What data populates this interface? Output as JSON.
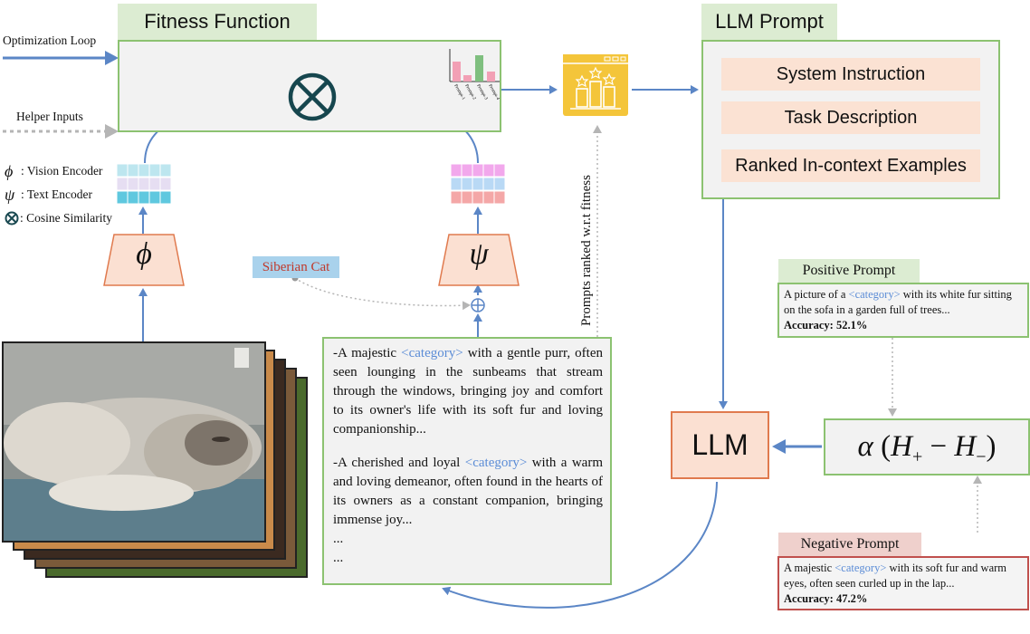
{
  "fitness": {
    "title": "Fitness Function",
    "bar_labels": [
      "Prompt-1",
      "Prompt-2",
      "Prompt-3",
      "Prompt-4"
    ],
    "bar_colors": [
      "#f2a0b5",
      "#f2a0b5",
      "#7fbf7f",
      "#f2a0b5"
    ]
  },
  "left_labels": {
    "optimization_loop": "Optimization Loop",
    "helper_inputs": "Helper Inputs"
  },
  "legend": {
    "phi_symbol": "ϕ",
    "phi_label": ": Vision Encoder",
    "psi_symbol": "ψ",
    "psi_label": ": Text Encoder",
    "otimes_label": ": Cosine Similarity"
  },
  "encoders": {
    "phi": "ϕ",
    "psi": "ψ"
  },
  "siberian_cat": "Siberian Cat",
  "ranked_label": "Prompts ranked w.r.t fitness",
  "prompt_box": {
    "p1_a": "-A majestic ",
    "p1_cat": "<category>",
    "p1_b": " with a gentle purr, often seen lounging in the sunbeams that stream through the windows, bringing joy and comfort to its owner's life with its soft fur and loving companionship...",
    "p2_a": "-A cherished and loyal ",
    "p2_cat": "<category>",
    "p2_b": " with a warm and loving demeanor, often found in the hearts of its owners as a constant companion, bringing immense joy...",
    "ellipsis1": "...",
    "ellipsis2": "..."
  },
  "llm_prompt": {
    "title": "LLM Prompt",
    "items": [
      "System Instruction",
      "Task Description",
      "Ranked In-context Examples"
    ]
  },
  "llm": "LLM",
  "formula": {
    "alpha": "α",
    "open": "(",
    "h_plus": "H",
    "plus_sub": "+",
    "minus": "−",
    "h_minus": "H",
    "minus_sub": "−",
    "close": ")"
  },
  "positive": {
    "title": "Positive Prompt",
    "text_a": "A picture of a ",
    "cat": "<category>",
    "text_b": " with its white fur sitting on the sofa in a garden full of trees...",
    "acc": "Accuracy: 52.1%"
  },
  "negative": {
    "title": "Negative Prompt",
    "text_a": "A majestic ",
    "cat": "<category>",
    "text_b": " with its soft fur and warm eyes, often seen curled up in the lap...",
    "acc": "Accuracy: 47.2%"
  }
}
